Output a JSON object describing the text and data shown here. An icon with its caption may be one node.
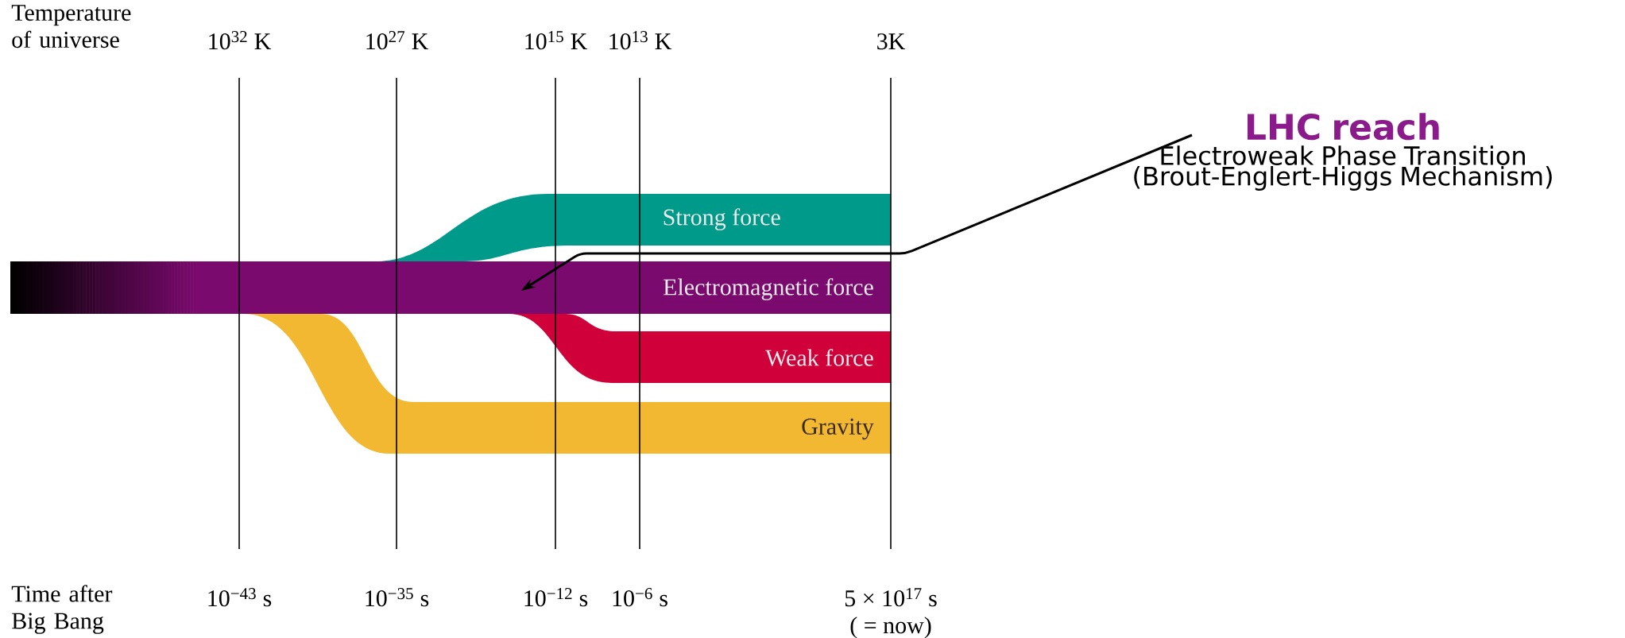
{
  "diagram": {
    "nodes": [
      {
        "text": [
          "Strong force"
        ]
      },
      {
        "text": [
          "Electromagnetic force"
        ]
      },
      {
        "text": [
          "Weak force"
        ]
      },
      {
        "text": [
          "Gravity"
        ]
      },
      {
        "text": [
          "LHC reach",
          "Electroweak Phase Transition (Brout-Englert-Higgs Mechanism)"
        ]
      }
    ],
    "edges": [
      {
        "from": 4,
        "to": 1,
        "arrow": "to"
      }
    ],
    "labels": [
      "Temperature of universe",
      "10$^{32}$ K",
      "10$^{27}$ K",
      "10$^{15}$ K",
      "10$^{13}$ K",
      "3K",
      "Time after Big Bang",
      "10$^{−43}$ s",
      "10$^{−35}$ s",
      "10$^{−12}$ s",
      "10$^{−6}$ s",
      "5 × 10$^{17}$ s",
      "( = now)"
    ]
  }
}
